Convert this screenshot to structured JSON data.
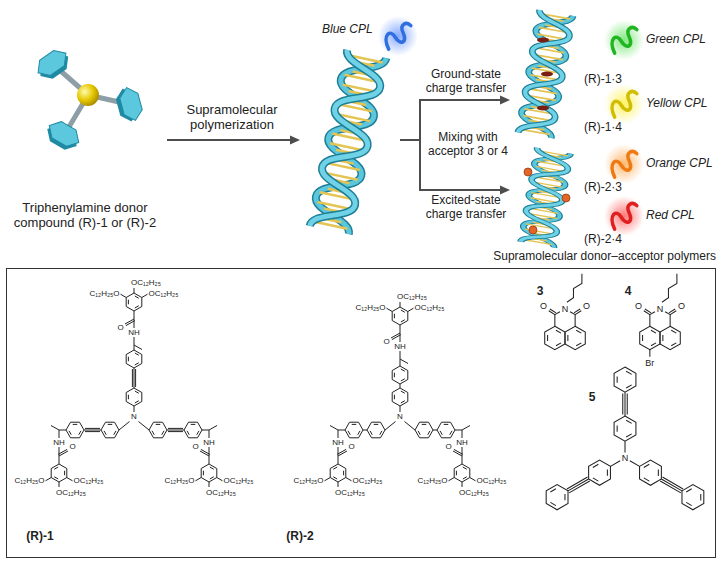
{
  "diagram": {
    "nodes": [
      {
        "text": [
          "Triphenylamine donor compound (R)-1 or (R)-2"
        ]
      },
      {
        "text": [
          "Blue CPL"
        ]
      },
      {
        "text": [
          "Green CPL",
          "(R)-1·3",
          "Yellow CPL",
          "(R)-1·4"
        ]
      },
      {
        "text": [
          "Orange CPL",
          "(R)-2·3",
          "Red CPL",
          "(R)-2·4"
        ]
      },
      {
        "text": [
          "(R)-1",
          "(R)-2",
          "3",
          "4",
          "5"
        ]
      }
    ],
    "edges": [
      {
        "from": 0,
        "to": 1,
        "label": "Supramolecular polymerization",
        "arrow": "to"
      },
      {
        "from": 1,
        "to": 2,
        "label": "Ground-state charge transfer",
        "arrow": "to"
      },
      {
        "from": 1,
        "to": 3,
        "label": "Excited-state charge transfer",
        "arrow": "to"
      }
    ],
    "labels": [
      "Supramolecular donor–acceptor polymers",
      "Mixing with acceptor 3 or 4",
      "OC₁₂H₂₅",
      "C₁₂H₂₅O",
      "OC₁₂H₂₅",
      "O",
      "NH",
      "N",
      "OC₁₂H₂₅",
      "C₁₂H₂₅O",
      "OC₁₂H₂₅",
      "O",
      "NH",
      "OC₁₂H₂₅",
      "C₁₂H₂₅O",
      "OC₁₂H₂₅",
      "O",
      "NH",
      "OC₁₂H₂₅",
      "C₁₂H₂₅O",
      "OC₁₂H₂₅",
      "O",
      "NH",
      "N",
      "OC₁₂H₂₅",
      "C₁₂H₂₅O",
      "OC₁₂H₂₅",
      "O",
      "NH",
      "OC₁₂H₂₅",
      "C₁₂H₂₅O",
      "OC₁₂H₂₅",
      "O",
      "NH",
      "O",
      "N",
      "O",
      "O",
      "N",
      "O",
      "Br",
      "N"
    ]
  }
}
